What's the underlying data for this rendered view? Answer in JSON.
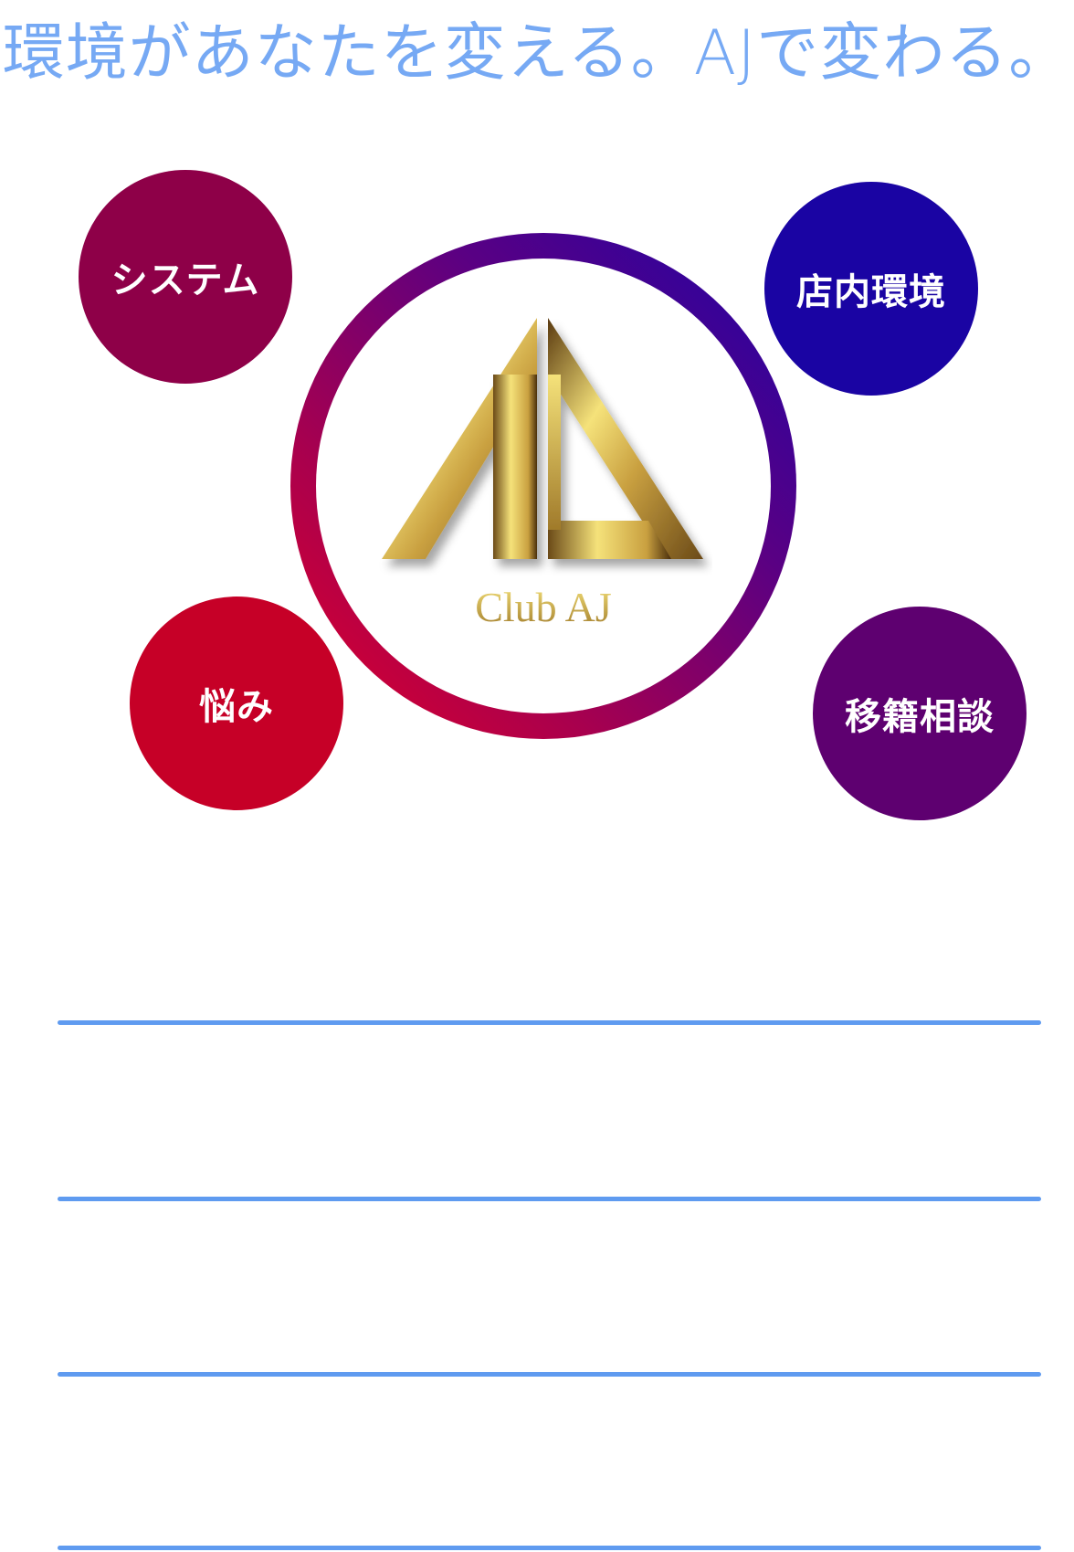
{
  "headline": "環境があなたを変える。AJで変わる。",
  "logo": {
    "text": "Club AJ",
    "colors": {
      "gold_light": "#f5e27a",
      "gold_mid": "#c9a040",
      "gold_dark": "#5a3a10"
    }
  },
  "ring_colors": [
    "#e0002a",
    "#1f03a6"
  ],
  "nav_buttons": [
    {
      "id": "system",
      "label": "システム",
      "color": "#8e0048"
    },
    {
      "id": "store",
      "label": "店内環境",
      "color": "#1a04a3"
    },
    {
      "id": "worry",
      "label": "悩み",
      "color": "#c60027"
    },
    {
      "id": "transfer",
      "label": "移籍相談",
      "color": "#5e0070"
    }
  ],
  "divider_color": "#5f9bf0",
  "divider_count": 4
}
